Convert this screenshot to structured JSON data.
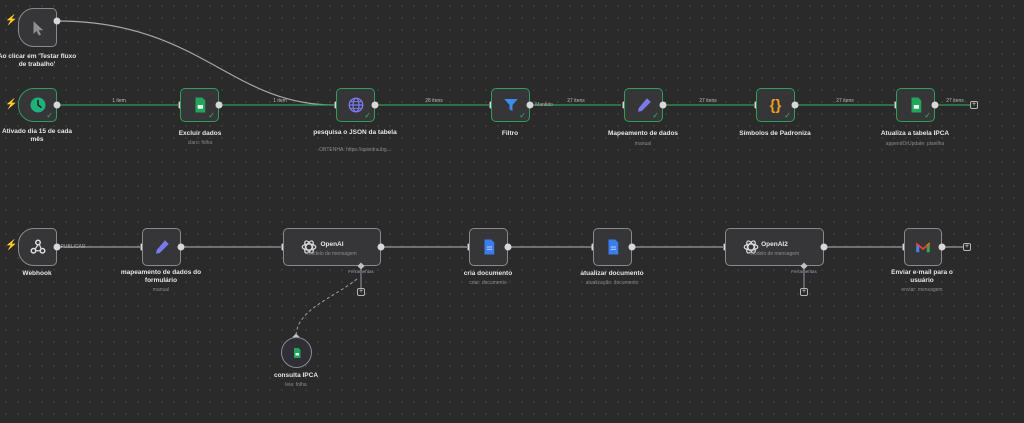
{
  "canvas": {
    "colors": {
      "background": "#2a2a2a",
      "success": "#2f9e5a",
      "edge_success": "#2f9e5a",
      "edge_default": "#9a9a9a",
      "trigger_bolt": "#e8522e"
    }
  },
  "workflow1": {
    "trigger_click": {
      "label": "Ao clicar em 'Testar fluxo de trabalho'",
      "icon": "cursor-icon"
    },
    "nodes": [
      {
        "id": "schedule",
        "label": "Ativado dia 15 de cada mês",
        "sub": "",
        "icon": "clock-icon",
        "status": "success"
      },
      {
        "id": "excluir",
        "label": "Excluir dados",
        "sub": "claro: folha",
        "icon": "google-sheets-icon",
        "status": "success"
      },
      {
        "id": "http",
        "label": "pesquisa o JSON da tabela",
        "sub": "OBTENHA: https://apisidra.ibg...",
        "icon": "globe-icon",
        "status": "success"
      },
      {
        "id": "filtro",
        "label": "Filtro",
        "sub": "",
        "icon": "filter-icon",
        "status": "success"
      },
      {
        "id": "mapeamento",
        "label": "Mapeamento de dados",
        "sub": "manual",
        "icon": "pencil-icon",
        "status": "success"
      },
      {
        "id": "simbolos",
        "label": "Símbolos de Padroniza",
        "sub": "",
        "icon": "code-braces-icon",
        "status": "success"
      },
      {
        "id": "atualiza",
        "label": "Atualiza a tabela IPCA",
        "sub": "appendOrUpdate: planilha",
        "icon": "google-sheets-icon",
        "status": "success"
      }
    ],
    "edges": [
      {
        "label": "1 item"
      },
      {
        "label": "1 item"
      },
      {
        "label": "28 itens"
      },
      {
        "label": "Mantido"
      },
      {
        "label": "27 itens"
      },
      {
        "label": "27 itens"
      },
      {
        "label": "27 itens"
      },
      {
        "label": "27 itens"
      }
    ]
  },
  "workflow2": {
    "nodes": [
      {
        "id": "webhook",
        "label": "Webhook",
        "sub": "",
        "icon": "webhook-icon",
        "output_label": "PUBLICAR"
      },
      {
        "id": "mapform",
        "label": "mapeamento de dados do formulário",
        "sub": "manual",
        "icon": "pencil-icon"
      },
      {
        "id": "openai1",
        "label": "OpenAI",
        "sub": "Modelo de mensagem",
        "icon": "openai-icon",
        "tool_label": "Ferramentas"
      },
      {
        "id": "cria",
        "label": "cria documento",
        "sub": "criar: documento",
        "icon": "google-docs-icon"
      },
      {
        "id": "atualizar",
        "label": "atualizar documento",
        "sub": "atualização: documento",
        "icon": "google-docs-icon"
      },
      {
        "id": "openai2",
        "label": "OpenAI2",
        "sub": "Modelo de mensagem",
        "icon": "openai-icon",
        "tool_label": "Ferramentas"
      },
      {
        "id": "gmail",
        "label": "Enviar e-mail para o usuário",
        "sub": "enviar: mensagem",
        "icon": "gmail-icon"
      }
    ],
    "tool_node": {
      "label": "consulta IPCA",
      "sub": "leia: folha",
      "icon": "google-sheets-icon"
    },
    "plus_symbol": "+"
  }
}
